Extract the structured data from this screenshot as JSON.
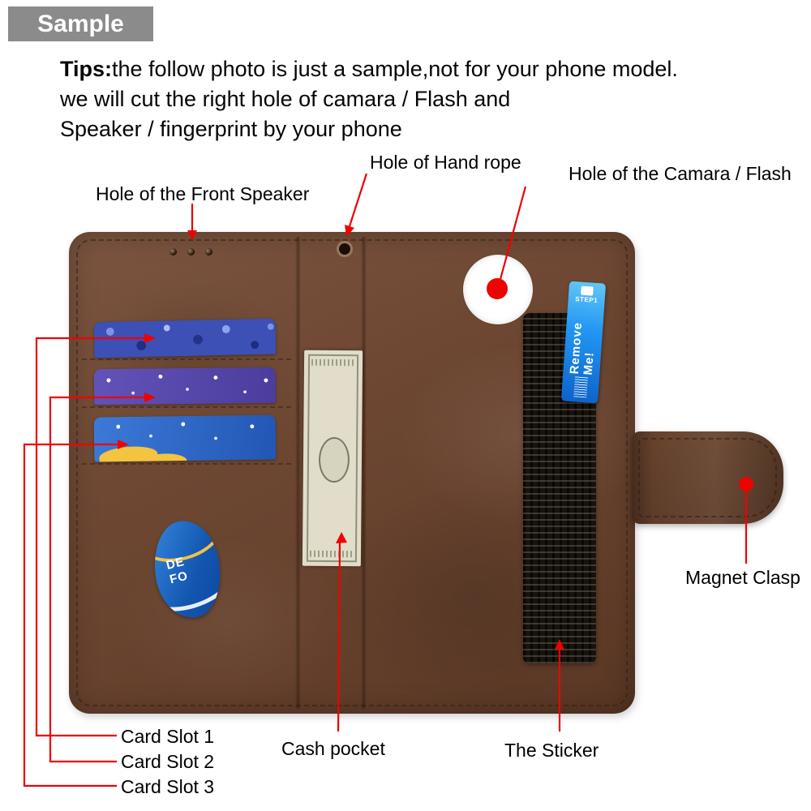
{
  "badge": {
    "label": "Sample"
  },
  "tips": {
    "prefix": "Tips:",
    "line1": "the follow photo is just a sample,not for your phone model.",
    "line2": "we will cut the right hole of camara / Flash and",
    "line3": "Speaker / fingerprint by your phone"
  },
  "labels": {
    "hand_rope": "Hole of Hand rope",
    "camera_flash": "Hole of the Camara / Flash",
    "front_speaker": "Hole of the Front Speaker",
    "magnet_clasp": "Magnet Clasp",
    "card_slot_1": "Card Slot 1",
    "card_slot_2": "Card Slot 2",
    "card_slot_3": "Card Slot 3",
    "cash_pocket": "Cash pocket",
    "sticker": "The Sticker"
  },
  "case": {
    "remove_sticker_step": "STEP1",
    "remove_sticker_text": "Remove Me!",
    "logo_card_text": "DE\nFO"
  },
  "colors": {
    "annotation_red": "#ee0202",
    "case_brown": "#6d4732",
    "clasp_brown": "#5c3b28",
    "badge_gray": "#8b8b8b",
    "remove_sticker_blue": "#2196f3",
    "camera_hole_white": "#ffffff",
    "anti_slip_sticker_black": "#17130f"
  }
}
